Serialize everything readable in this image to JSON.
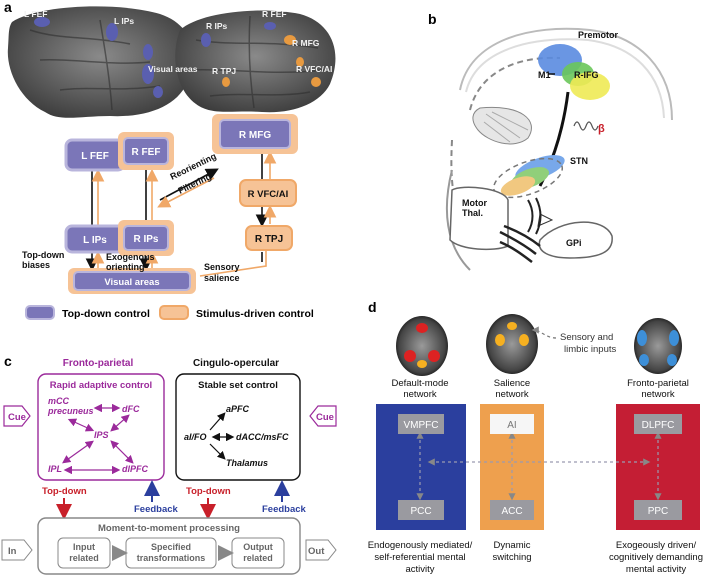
{
  "panels": {
    "a": {
      "label": "a",
      "brain_labels": {
        "l_fef": "L FEF",
        "l_ips": "L IPs",
        "visual_areas": "Visual areas",
        "r_ips": "R IPs",
        "r_fef": "R FEF",
        "r_mfg": "R MFG",
        "r_tpj": "R TPJ",
        "r_vfc_ai": "R VFC/AI"
      },
      "nodes": {
        "l_fef": "L FEF",
        "r_fef": "R FEF",
        "r_mfg": "R MFG",
        "l_ips": "L IPs",
        "r_ips": "R IPs",
        "r_vfc_ai": "R VFC/AI",
        "r_tpj": "R TPJ",
        "visual_areas": "Visual areas"
      },
      "edge_labels": {
        "reorienting": "Reorienting",
        "filtering": "Filtering",
        "topdown_1": "Top-down",
        "topdown_2": "biases",
        "exogenous_1": "Exogenous",
        "exogenous_2": "orienting",
        "sensory_1": "Sensory",
        "sensory_2": "salience"
      },
      "legend": {
        "topdown": "Top-down control",
        "stimulus": "Stimulus-driven control"
      },
      "colors": {
        "topdown": "#7b76b8",
        "stimulus": "#f0a868"
      }
    },
    "b": {
      "label": "b",
      "labels": {
        "premotor": "Premotor",
        "m1": "M1",
        "rifg": "R-IFG",
        "beta": "β",
        "stn": "STN",
        "motor_1": "Motor",
        "motor_2": "Thal.",
        "gpi": "GPi"
      }
    },
    "c": {
      "label": "c",
      "fronto_parietal": {
        "title": "Fronto-parietal",
        "subtitle": "Rapid adaptive control",
        "nodes": {
          "mcc_1": "mCC",
          "mcc_2": "precuneus",
          "dfc": "dFC",
          "ips": "IPS",
          "ipl": "IPL",
          "dlpfc": "dlPFC"
        },
        "color": "#9b2a9b"
      },
      "cingulo_opercular": {
        "title": "Cingulo-opercular",
        "subtitle": "Stable set control",
        "nodes": {
          "apfc": "aPFC",
          "aifo": "aI/FO",
          "dacc": "dACC/msFC",
          "thalamus": "Thalamus"
        }
      },
      "cue": "Cue",
      "topdown": "Top-down",
      "feedback": "Feedback",
      "processing": {
        "title": "Moment-to-moment processing",
        "input_1": "Input",
        "input_2": "related",
        "spec_1": "Specified",
        "spec_2": "transformations",
        "output_1": "Output",
        "output_2": "related"
      },
      "in": "In",
      "out": "Out"
    },
    "d": {
      "label": "d",
      "sensory_1": "Sensory and",
      "sensory_2": "limbic inputs",
      "networks": [
        {
          "title_1": "Default-mode",
          "title_2": "network",
          "top": "VMPFC",
          "bottom": "PCC",
          "color": "#2b3f9e",
          "desc_1": "Endogenously mediated/",
          "desc_2": "self-referential mental",
          "desc_3": "activity"
        },
        {
          "title_1": "Salience",
          "title_2": "network",
          "top": "AI",
          "bottom": "ACC",
          "color": "#eea04e",
          "desc_1": "Dynamic",
          "desc_2": "switching",
          "desc_3": ""
        },
        {
          "title_1": "Fronto-parietal",
          "title_2": "network",
          "top": "DLPFC",
          "bottom": "PPC",
          "color": "#c41e34",
          "desc_1": "Exogeously driven/",
          "desc_2": "cognitively demanding",
          "desc_3": "mental activity"
        }
      ]
    }
  }
}
